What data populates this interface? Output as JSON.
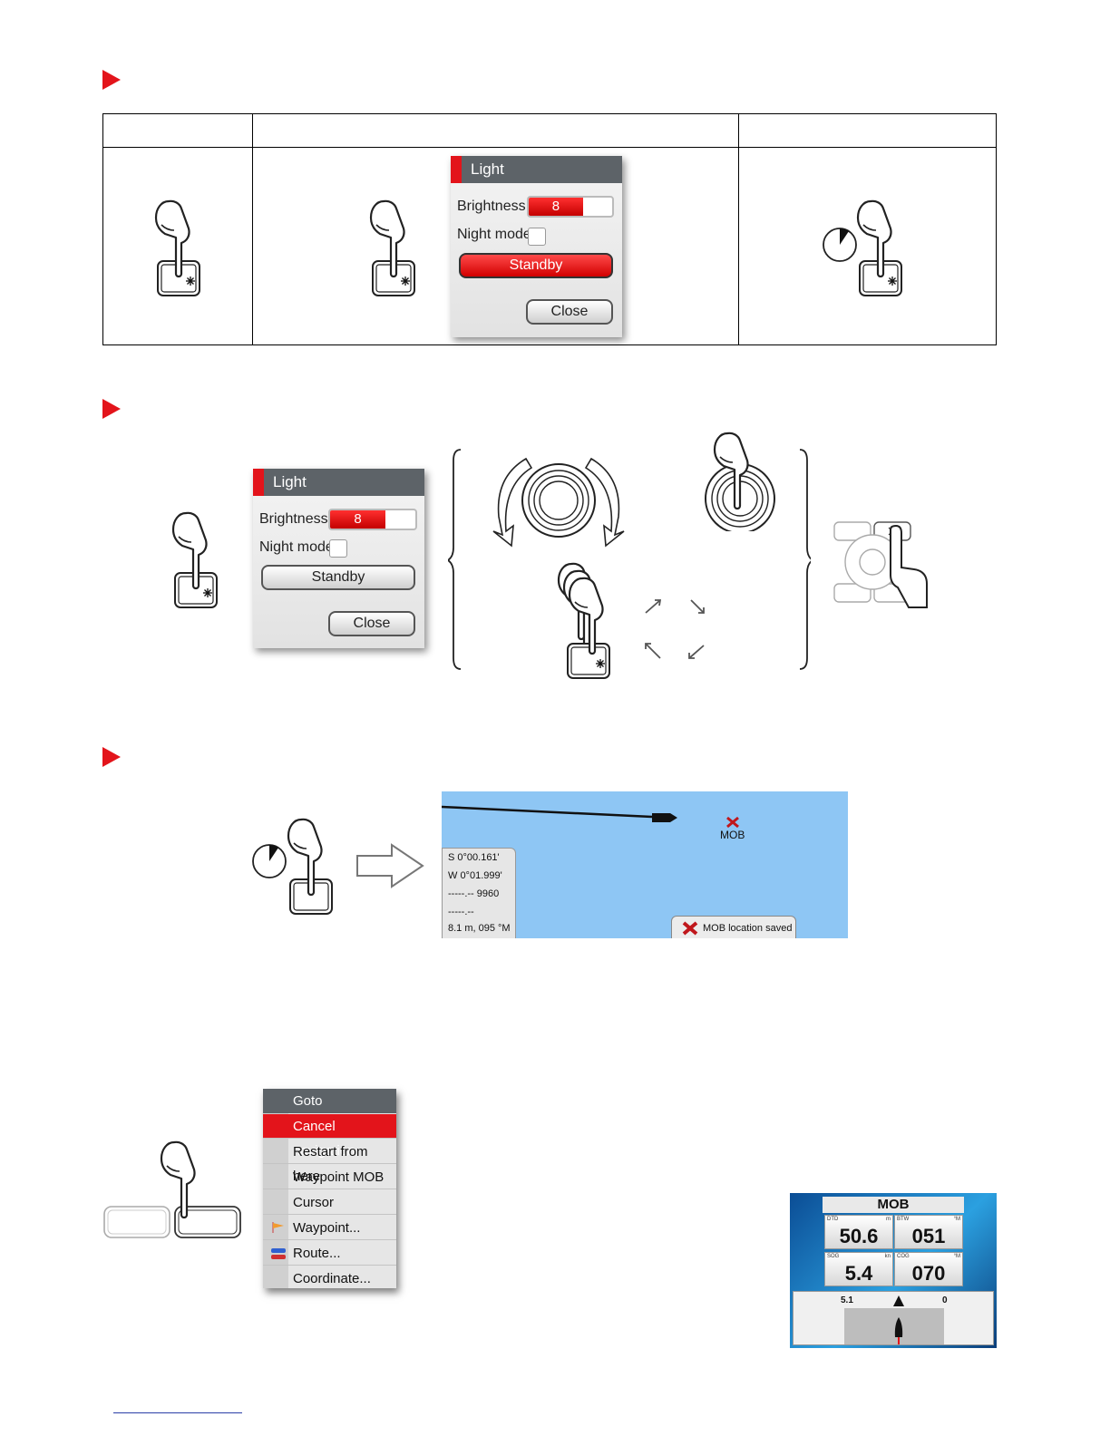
{
  "light_dialog": {
    "title": "Light",
    "brightness_label": "Brightness",
    "brightness_value": "8",
    "brightness_level": 0.65,
    "night_mode_label": "Night mode",
    "standby_label": "Standby",
    "close_label": "Close"
  },
  "map": {
    "mob_label": "MOB",
    "lat": "S  0°00.161'",
    "lon": "W  0°01.999'",
    "line3": "-----.--  9960",
    "line4": "-----.--",
    "range_bearing": "8.1 m, 095 °M",
    "toast": "MOB location saved"
  },
  "goto_menu": {
    "title": "Goto",
    "items": [
      {
        "label": "Cancel navigation",
        "selected": true
      },
      {
        "label": "Restart from here"
      },
      {
        "label": "Waypoint MOB"
      },
      {
        "label": "Cursor"
      },
      {
        "label": "Waypoint...",
        "icon": "flag-icon"
      },
      {
        "label": "Route...",
        "icon": "route-icon"
      },
      {
        "label": "Coordinate..."
      }
    ]
  },
  "mob_panel": {
    "title": "MOB",
    "dtd_label": "DTD",
    "dtd_unit": "m",
    "dtd_value": "50.6",
    "btw_label": "BTW",
    "btw_unit": "°M",
    "btw_value": "051",
    "sog_label": "SOG",
    "sog_unit": "kn",
    "sog_value": "5.4",
    "cog_label": "COG",
    "cog_unit": "°M",
    "cog_value": "070",
    "strip_left": "5.1",
    "strip_right": "0"
  },
  "colors": {
    "accent_red": "#e3141b",
    "dialog_title": "#5d6368",
    "map_water": "#8ec6f4"
  }
}
